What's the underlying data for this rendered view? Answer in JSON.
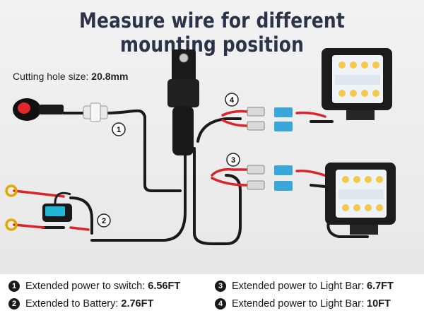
{
  "title": "Measure wire for different mounting position",
  "cutting_hole": {
    "label": "Cutting hole size:",
    "value": "20.8mm"
  },
  "callouts": [
    "1",
    "2",
    "3",
    "4"
  ],
  "legend": [
    {
      "num": "1",
      "text": "Extended power to switch:",
      "value": "6.56FT"
    },
    {
      "num": "2",
      "text": "Extended to Battery:",
      "value": "2.76FT"
    },
    {
      "num": "3",
      "text": "Extended power to Light Bar:",
      "value": "6.7FT"
    },
    {
      "num": "4",
      "text": "Extended power to Light Bar:",
      "value": "10FT"
    }
  ],
  "colors": {
    "title": "#2a3347",
    "wire": "#1a1a1a",
    "wire_red": "#d8262a",
    "connector": "#3aa7d8"
  }
}
